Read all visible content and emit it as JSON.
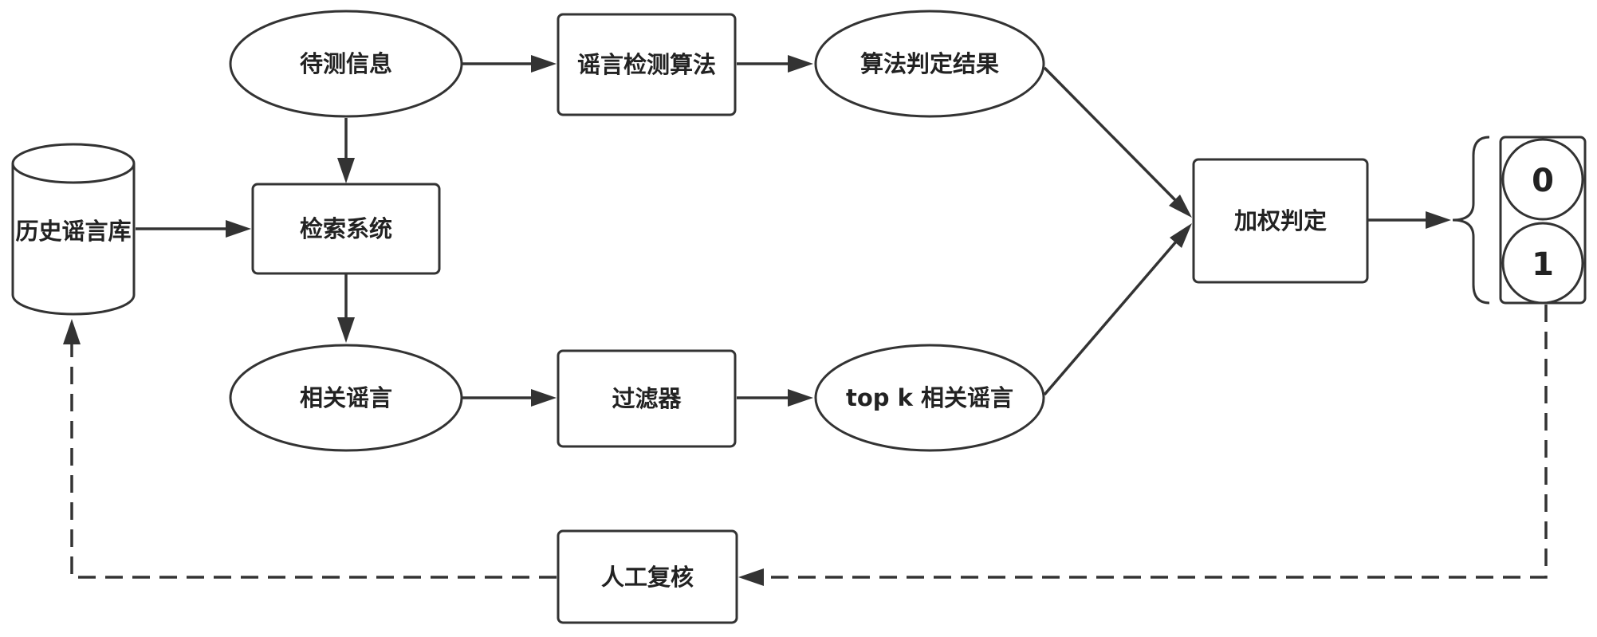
{
  "nodes": {
    "pending_info": "待测信息",
    "rumor_detection_algorithm": "谣言检测算法",
    "algorithm_result": "算法判定结果",
    "history_rumor_db": "历史谣言库",
    "retrieval_system": "检索系统",
    "weighted_decision": "加权判定",
    "related_rumors": "相关谣言",
    "filter": "过滤器",
    "topk_related_rumors": "top k 相关谣言",
    "manual_review": "人工复核"
  },
  "outputs": {
    "zero": "0",
    "one": "1"
  },
  "colors": {
    "stroke": "#333333",
    "text": "#222222",
    "background": "#ffffff"
  }
}
